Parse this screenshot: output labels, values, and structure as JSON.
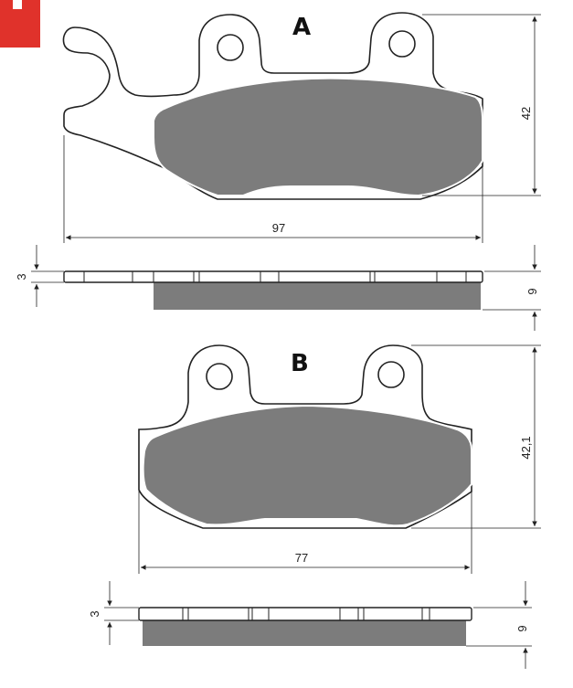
{
  "pad_a": {
    "label": "A",
    "height_dim": "42",
    "width_dim": "97",
    "thickness_dim": "3",
    "total_thickness_dim": "9"
  },
  "pad_b": {
    "label": "B",
    "height_dim": "42,1",
    "width_dim": "77",
    "thickness_dim": "3",
    "total_thickness_dim": "9"
  },
  "colors": {
    "friction_material": "#7c7c7c",
    "outline": "#222222",
    "corner_logo": "#e0322b"
  }
}
